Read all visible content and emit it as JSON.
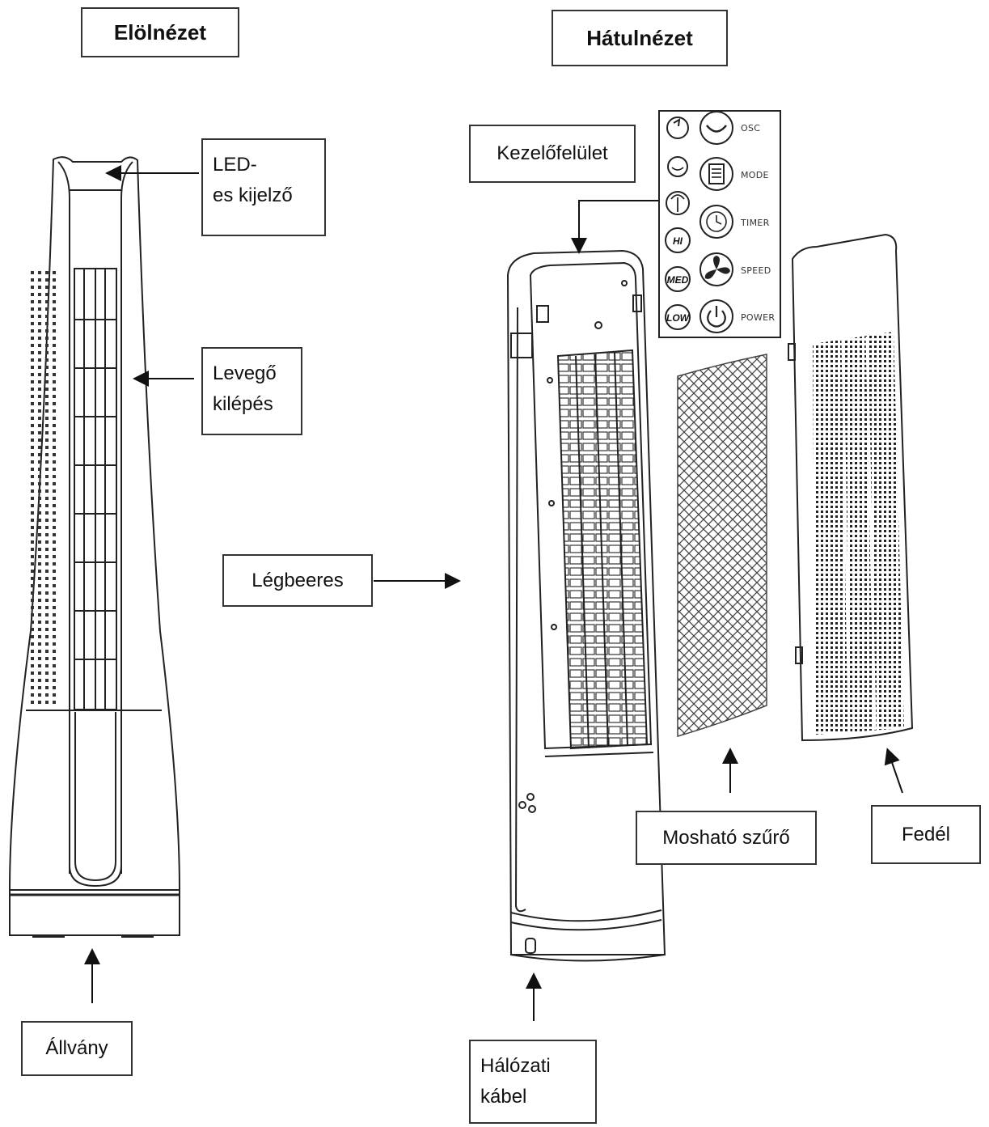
{
  "headings": {
    "front": "Elölnézet",
    "back": "Hátulnézet"
  },
  "labels": {
    "led_line1": "LED-",
    "led_line2": "es kijelző",
    "air_out_line1": "Levegő",
    "air_out_line2": "kilépés",
    "air_in": "Légbeeres",
    "stand": "Állvány",
    "control": "Kezelőfelület",
    "filter": "Mosható szűrő",
    "cover": "Fedél",
    "cable_line1": "Hálózati",
    "cable_line2": "kábel"
  },
  "control_panel": {
    "left_buttons": [
      "HI",
      "MED",
      "LOW"
    ],
    "right_labels": [
      "OSC",
      "MODE",
      "TIMER",
      "SPEED",
      "POWER"
    ]
  }
}
